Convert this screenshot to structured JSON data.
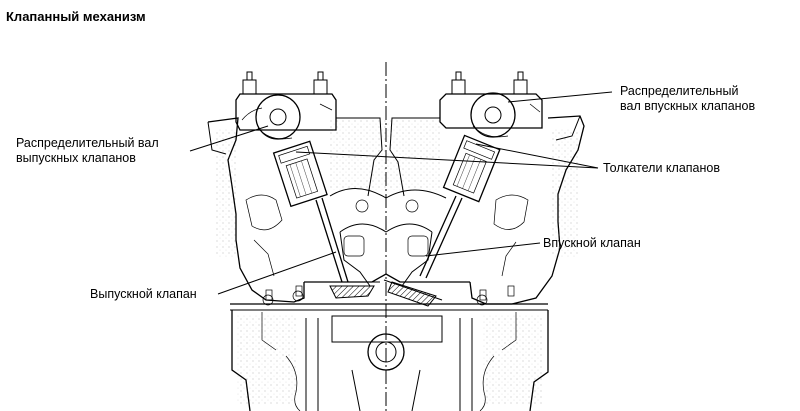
{
  "title": "Клапанный механизм",
  "labels": {
    "exhaust_camshaft": [
      "Распределительный вал",
      "выпускных клапанов"
    ],
    "intake_camshaft": [
      "Распределительный",
      "вал впускных клапанов"
    ],
    "tappets": "Толкатели клапанов",
    "intake_valve": "Впускной клапан",
    "exhaust_valve": "Выпускной клапан"
  },
  "colors": {
    "line": "#000000",
    "background": "#ffffff"
  }
}
